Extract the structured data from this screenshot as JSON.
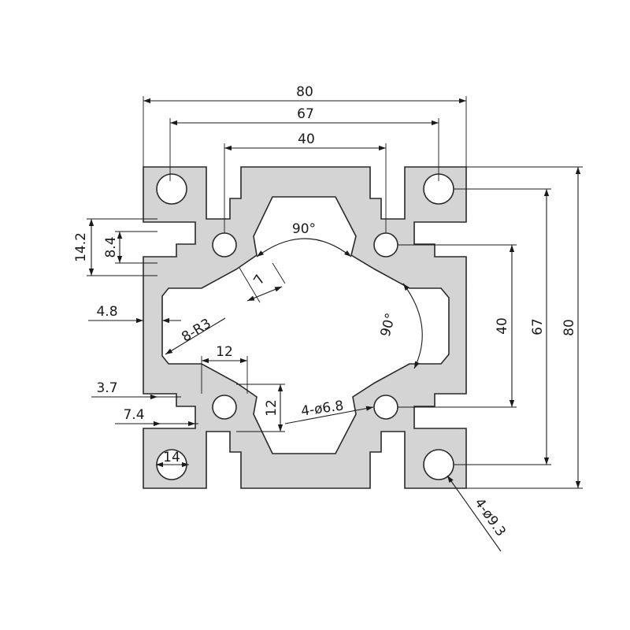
{
  "dimensions": {
    "overall_width": "80",
    "hole_spacing_horizontal": "67",
    "slot_spacing_horizontal": "40",
    "overall_height": "80",
    "hole_spacing_vertical": "67",
    "slot_spacing_vertical": "40",
    "angle_top": "90°",
    "angle_right": "90°",
    "slot_width_outer": "14.2",
    "slot_opening": "8.4",
    "wall_thickness": "4.8",
    "fillet_radius": "8-R3",
    "web_thickness": "7",
    "slot_lip": "3.7",
    "slot_depth": "7.4",
    "corner_hole_diameter_label": "14",
    "center_spacing_h": "12",
    "center_spacing_v": "12",
    "small_hole": "4-ø6.8",
    "large_hole": "4-ø9.3"
  },
  "colors": {
    "profile_fill": "#d4d4d4",
    "profile_stroke": "#2a2a2a",
    "dimension_line": "#1a1a1a",
    "background": "#ffffff"
  }
}
